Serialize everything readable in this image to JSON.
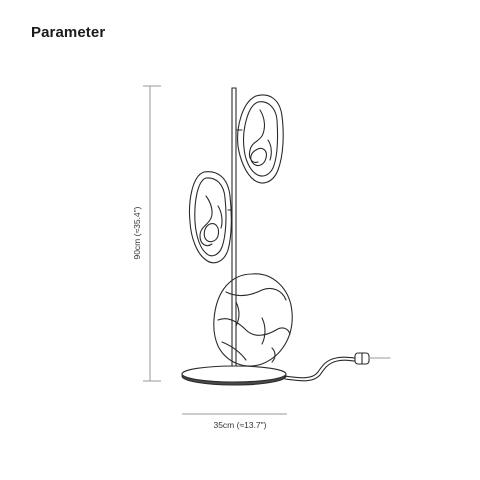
{
  "header": {
    "title": "Parameter"
  },
  "dimensions": {
    "height_label": "90cm (≈35.4\")",
    "width_label": "35cm (≈13.7\")"
  },
  "colors": {
    "line": "#2b2b2b",
    "dimension_line": "#9a9a9a",
    "base_fill": "#4a4a4a"
  },
  "icons": [
    "floor-lamp-drawing"
  ]
}
